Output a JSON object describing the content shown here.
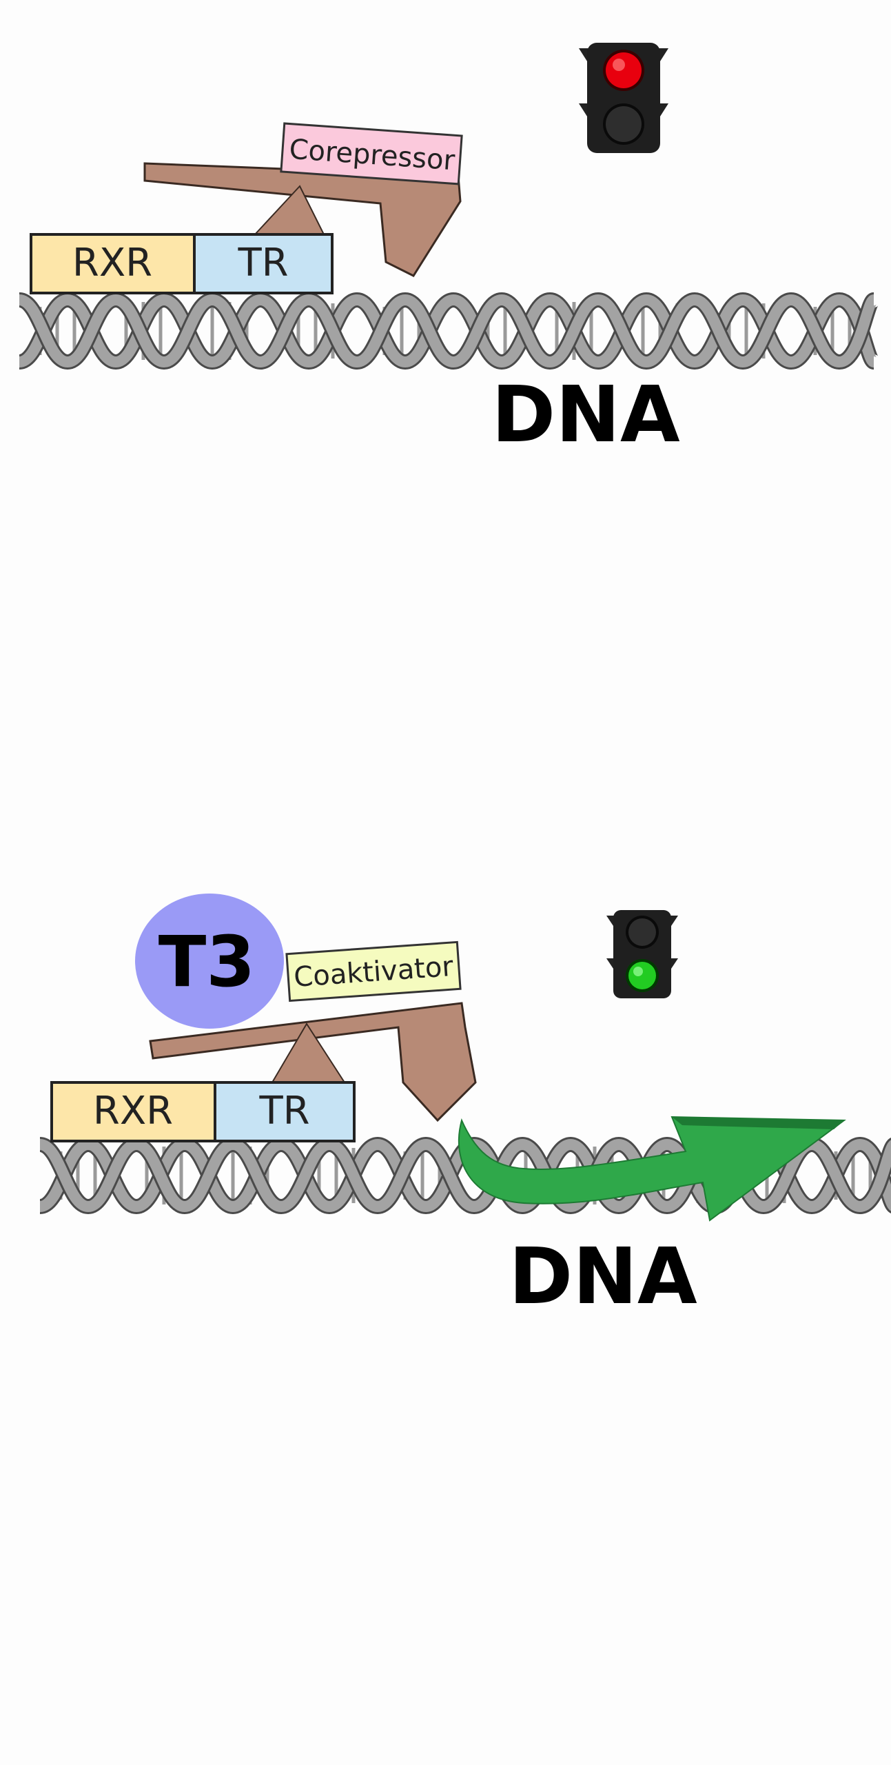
{
  "top_panel": {
    "label_rxr": "RXR",
    "label_tr": "TR",
    "label_corepressor": "Corepressor",
    "label_dna": "DNA",
    "signal": "red"
  },
  "bottom_panel": {
    "label_rxr": "RXR",
    "label_tr": "TR",
    "label_coactivator": "Coaktivator",
    "label_hormone": "T3",
    "label_dna": "DNA",
    "signal": "green"
  },
  "colors": {
    "rxr_fill": "#fde6a9",
    "tr_fill": "#c6e3f4",
    "corepressor_fill": "#fbc9dc",
    "coactivator_fill": "#f5fbbf",
    "protein_brown": "#b78a76",
    "hormone_fill": "#9a9af6",
    "arrow_green": "#2fa84a",
    "light_red": "#e8000e",
    "light_green": "#22cc22",
    "dna_gray": "#8f8f8f"
  },
  "icons": [
    "traffic-light-red-icon",
    "traffic-light-green-icon",
    "transcription-arrow-icon"
  ]
}
